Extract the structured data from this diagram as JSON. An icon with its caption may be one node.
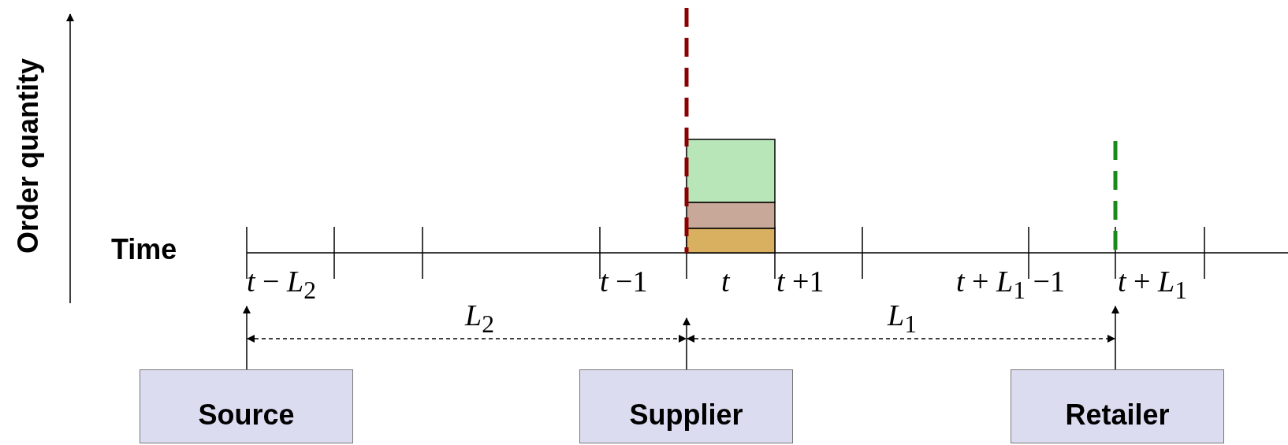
{
  "diagram": {
    "nodes": [
      {
        "text": [
          "Source"
        ]
      },
      {
        "text": [
          "Supplier"
        ]
      },
      {
        "text": [
          "Retailer"
        ]
      },
      {
        "text": [
          "*t* − *L*$_{2}$"
        ]
      },
      {
        "text": [
          "*t* + *L*$_{1}$"
        ]
      }
    ],
    "edges": [
      {
        "from": 0,
        "to": 3,
        "arrow": "to"
      },
      {
        "from": 1,
        "to": null,
        "arrow": "to"
      },
      {
        "from": 2,
        "to": 4,
        "arrow": "to"
      }
    ],
    "labels": [
      "Order quantity",
      "Time",
      "*t* −1",
      "*t*",
      "*t* +1",
      "*t* + *L*$_{1}$ −1",
      "*L*$_{2}$",
      "*L*$_{1}$"
    ]
  }
}
